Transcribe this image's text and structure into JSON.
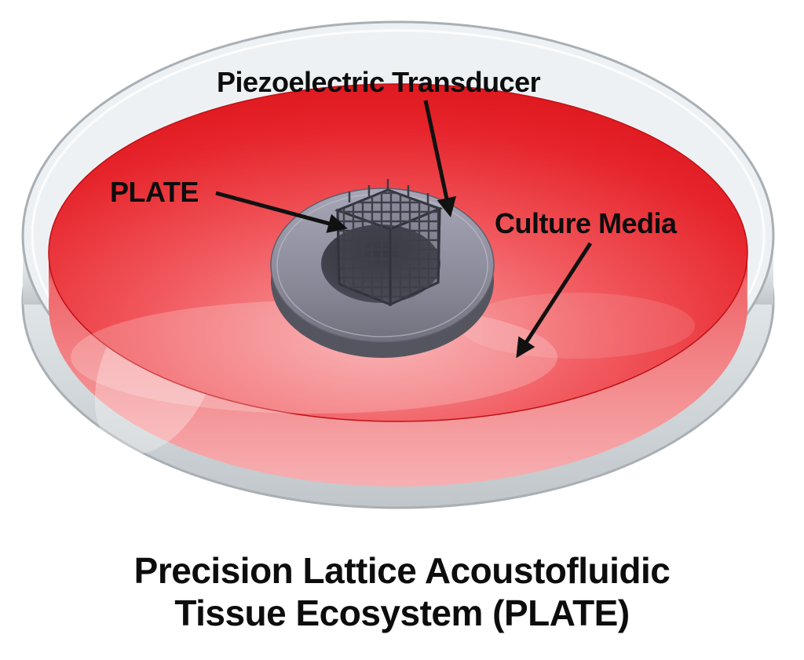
{
  "diagram": {
    "labels": {
      "transducer": "Piezoelectric Transducer",
      "plate": "PLATE",
      "culture_media": "Culture Media"
    },
    "caption": {
      "line1": "Precision Lattice Acoustofluidic",
      "line2": "Tissue Ecosystem (PLATE)"
    },
    "colors": {
      "media_red": "#E1161D",
      "media_light": "#F7A3A6",
      "glass_light": "#F3F5F6",
      "glass_dark": "#C4CACE",
      "ring_gray": "#8F8FA0",
      "ring_dark": "#55555F",
      "lattice_dark": "#3C3C46",
      "arrow_black": "#111111",
      "text_black": "#0D0D0D",
      "background": "#FFFFFF"
    }
  }
}
